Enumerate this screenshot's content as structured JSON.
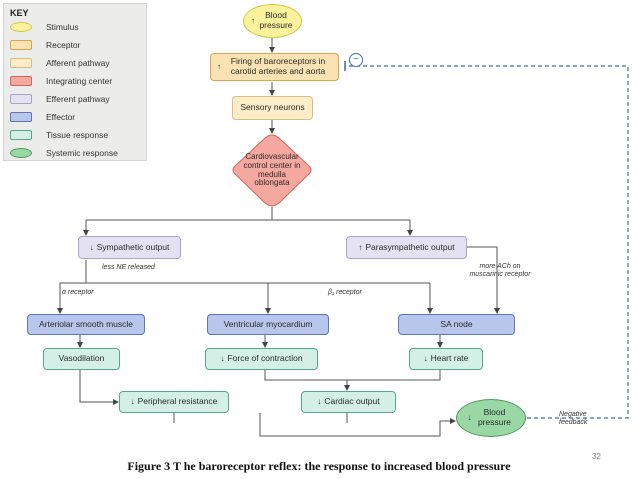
{
  "key": {
    "title": "KEY",
    "items": [
      {
        "label": "Stimulus",
        "color": "#fbf39c",
        "border": "#d6c34a",
        "shape": "ellipse"
      },
      {
        "label": "Receptor",
        "color": "#fbe2b3",
        "border": "#d6a653",
        "shape": "rect"
      },
      {
        "label": "Afferent pathway",
        "color": "#fcecc7",
        "border": "#d7bd87",
        "shape": "rect"
      },
      {
        "label": "Integrating center",
        "color": "#f5a8a0",
        "border": "#d2665d",
        "shape": "rect"
      },
      {
        "label": "Efferent pathway",
        "color": "#e3e1f2",
        "border": "#a9a4cf",
        "shape": "rect"
      },
      {
        "label": "Effector",
        "color": "#b7c6ea",
        "border": "#5f76b5",
        "shape": "rect"
      },
      {
        "label": "Tissue response",
        "color": "#d3efe6",
        "border": "#55a88e",
        "shape": "rect"
      },
      {
        "label": "Systemic response",
        "color": "#99d8a5",
        "border": "#4c9a5c",
        "shape": "ellipse"
      }
    ]
  },
  "nodes": {
    "stimulus": {
      "arrow": "↑",
      "text": "Blood pressure"
    },
    "receptor": {
      "arrow": "↑",
      "text": "Firing of baroreceptors in carotid arteries and aorta"
    },
    "sensory": {
      "text": "Sensory neurons"
    },
    "center": {
      "text": "Cardiovascular control center in medulla oblongata"
    },
    "sympathetic": {
      "arrow": "↓",
      "text": "Sympathetic output"
    },
    "parasympathetic": {
      "arrow": "↑",
      "text": "Parasympathetic output"
    },
    "arteriolar": {
      "text": "Arteriolar smooth muscle"
    },
    "ventricular": {
      "text": "Ventricular myocardium"
    },
    "sa_node": {
      "text": "SA node"
    },
    "vasodilation": {
      "text": "Vasodilation"
    },
    "contraction": {
      "arrow": "↓",
      "text": "Force of contraction"
    },
    "heart_rate": {
      "arrow": "↓",
      "text": "Heart rate"
    },
    "resistance": {
      "arrow": "↓",
      "text": "Peripheral resistance"
    },
    "cardiac_output": {
      "arrow": "↓",
      "text": "Cardiac output"
    },
    "systemic": {
      "arrow": "↓",
      "text": "Blood pressure"
    }
  },
  "labels": {
    "less_ne": "less NE released",
    "alpha": "α receptor",
    "beta1": "β₁ receptor",
    "more_ach": "more ACh on muscarinic receptor",
    "neg_feedback": "Negative feedback",
    "minus": "−"
  },
  "caption": "Figure 3 T he baroreceptor  reflex: the response to increased blood pressure",
  "page_number": "32"
}
